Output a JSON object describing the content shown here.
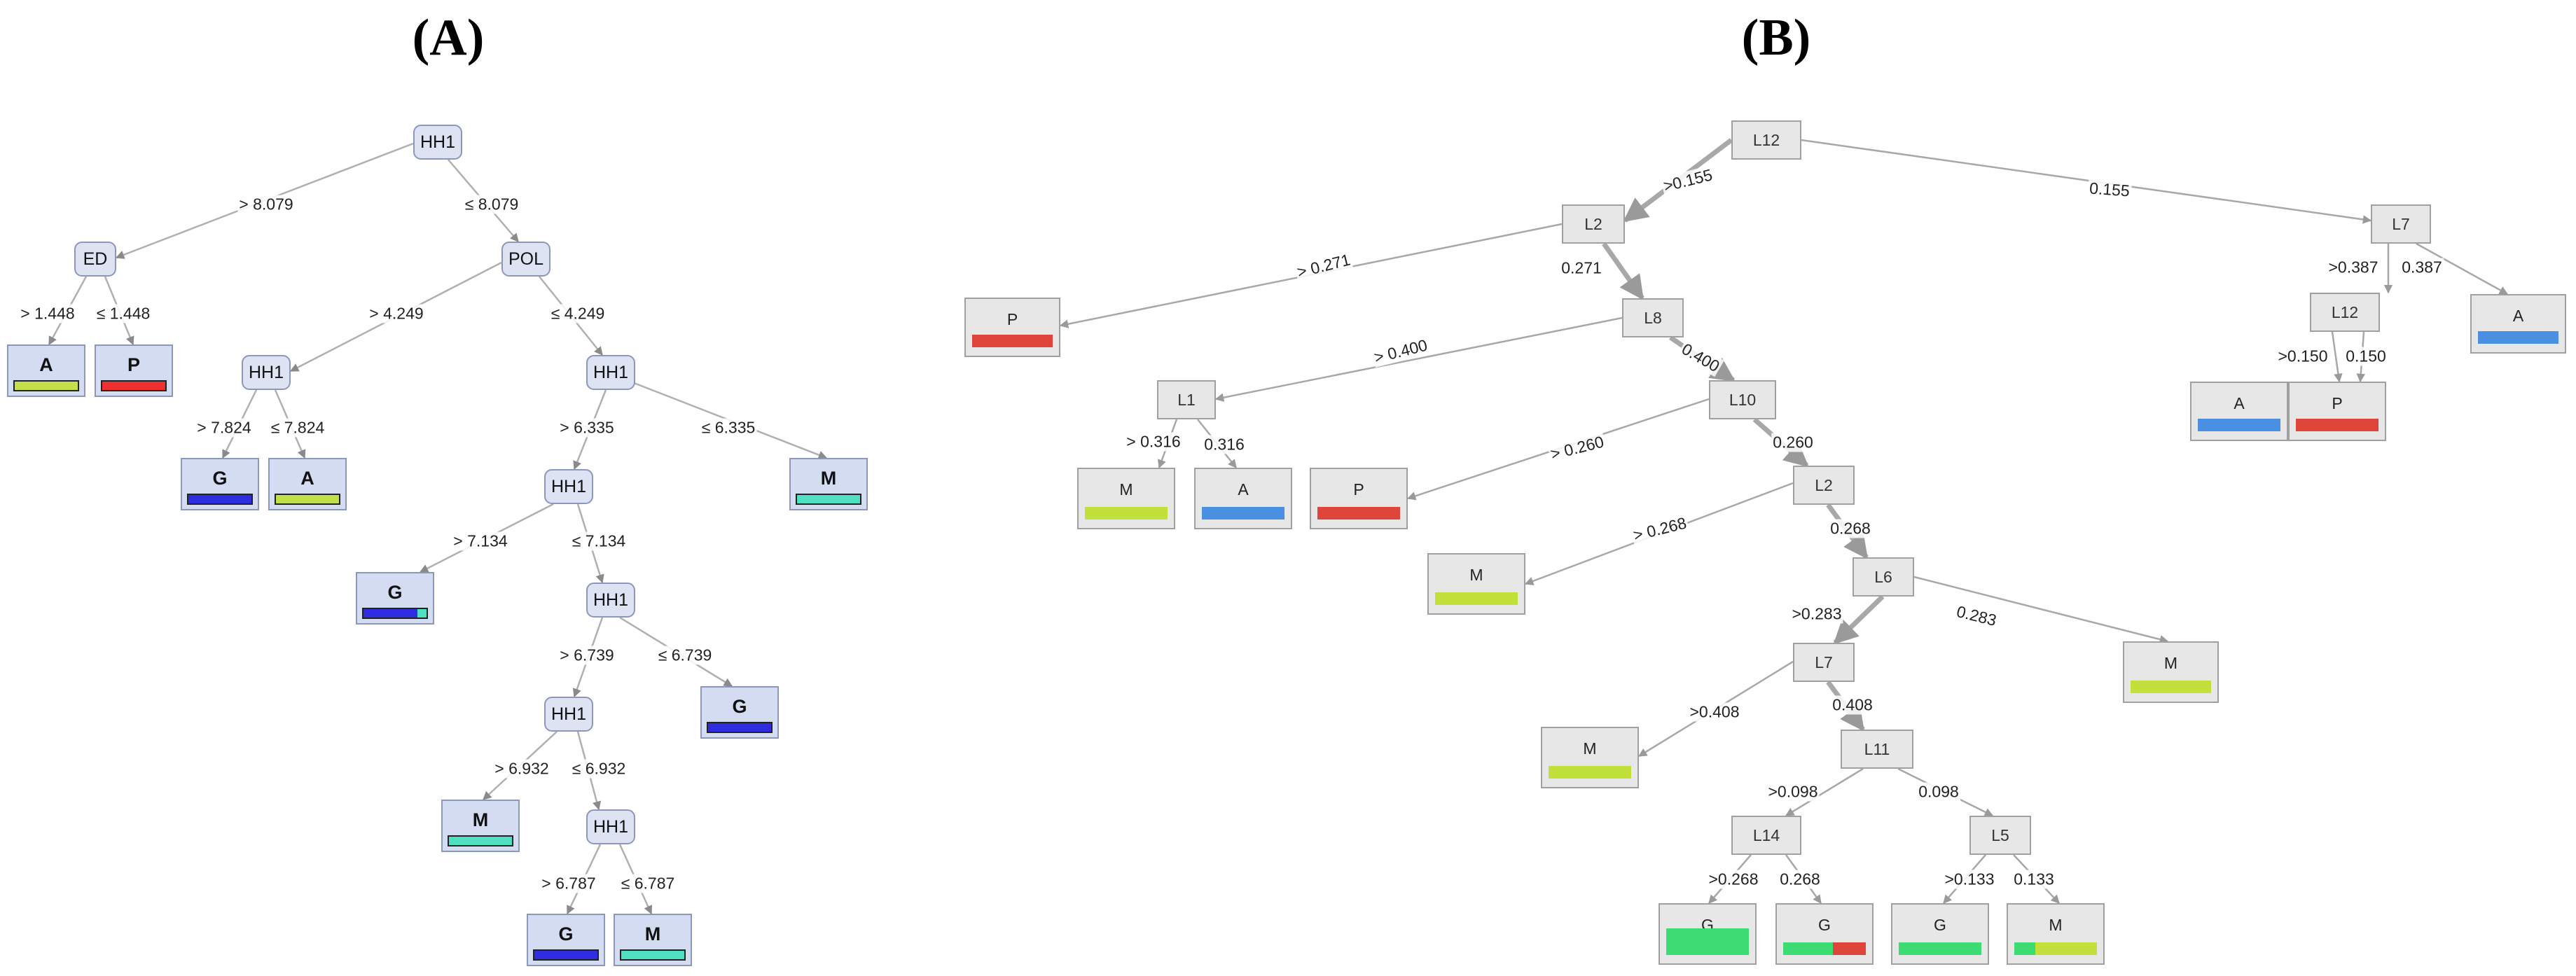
{
  "titles": {
    "a": "(A)",
    "b": "(B)"
  },
  "colors": {
    "A_class": "#c3e04a",
    "P_class": "#ef3030",
    "G_class": "#2e2ee0",
    "M_class": "#4ee0c0",
    "tree_b_A": "#4a90e2",
    "tree_b_P": "#e0453a",
    "tree_b_M": "#c2e03a",
    "tree_b_G": "#3ddc72"
  },
  "tree_a": {
    "nodes": {
      "n0": {
        "label": "HH1"
      },
      "n1": {
        "label": "ED"
      },
      "n2": {
        "label": "POL"
      },
      "n3": {
        "label": "HH1"
      },
      "n4": {
        "label": "HH1"
      },
      "n5": {
        "label": "HH1"
      },
      "n6": {
        "label": "HH1"
      },
      "n7": {
        "label": "HH1"
      },
      "n8": {
        "label": "HH1"
      }
    },
    "leaves": {
      "l1": {
        "label": "A",
        "bar": [
          {
            "color": "#c3e04a",
            "frac": 1
          }
        ]
      },
      "l2": {
        "label": "P",
        "bar": [
          {
            "color": "#ef3030",
            "frac": 1
          }
        ]
      },
      "l3": {
        "label": "G",
        "bar": [
          {
            "color": "#2e2ee0",
            "frac": 1
          }
        ]
      },
      "l4": {
        "label": "A",
        "bar": [
          {
            "color": "#c3e04a",
            "frac": 1
          }
        ]
      },
      "l5": {
        "label": "M",
        "bar": [
          {
            "color": "#4ee0c0",
            "frac": 1
          }
        ]
      },
      "l6": {
        "label": "G",
        "bar": [
          {
            "color": "#2e2ee0",
            "frac": 0.85
          },
          {
            "color": "#4ee0c0",
            "frac": 0.15
          }
        ]
      },
      "l7": {
        "label": "G",
        "bar": [
          {
            "color": "#2e2ee0",
            "frac": 1
          }
        ]
      },
      "l8": {
        "label": "M",
        "bar": [
          {
            "color": "#4ee0c0",
            "frac": 1
          }
        ]
      },
      "l9": {
        "label": "G",
        "bar": [
          {
            "color": "#2e2ee0",
            "frac": 1
          }
        ]
      },
      "l10": {
        "label": "M",
        "bar": [
          {
            "color": "#4ee0c0",
            "frac": 1
          }
        ]
      }
    },
    "edges": {
      "e1": "> 8.079",
      "e2": "≤ 8.079",
      "e3": "> 1.448",
      "e4": "≤ 1.448",
      "e5": "> 4.249",
      "e6": "≤ 4.249",
      "e7": "> 7.824",
      "e8": "≤ 7.824",
      "e9": "> 6.335",
      "e10": "≤ 6.335",
      "e11": "> 7.134",
      "e12": "≤ 7.134",
      "e13": "> 6.739",
      "e14": "≤ 6.739",
      "e15": "> 6.932",
      "e16": "≤ 6.932",
      "e17": "> 6.787",
      "e18": "≤ 6.787"
    }
  },
  "tree_b": {
    "nodes": {
      "n0": {
        "label": "L12"
      },
      "n1": {
        "label": "L2"
      },
      "n2": {
        "label": "L7"
      },
      "n3": {
        "label": "L8"
      },
      "n4": {
        "label": "L12"
      },
      "n5": {
        "label": "L1"
      },
      "n6": {
        "label": "L10"
      },
      "n7": {
        "label": "L2"
      },
      "n8": {
        "label": "L6"
      },
      "n9": {
        "label": "L7"
      },
      "n10": {
        "label": "L11"
      },
      "n11": {
        "label": "L14"
      },
      "n12": {
        "label": "L5"
      }
    },
    "leaves": {
      "l1": {
        "label": "P",
        "bar": [
          {
            "color": "#e0453a",
            "frac": 1
          }
        ]
      },
      "l2": {
        "label": "A",
        "bar": [
          {
            "color": "#4a90e2",
            "frac": 1
          }
        ]
      },
      "l3": {
        "label": "A",
        "bar": [
          {
            "color": "#4a90e2",
            "frac": 1
          }
        ]
      },
      "l4": {
        "label": "P",
        "bar": [
          {
            "color": "#e0453a",
            "frac": 1
          }
        ]
      },
      "l5": {
        "label": "M",
        "bar": [
          {
            "color": "#c2e03a",
            "frac": 1
          }
        ]
      },
      "l6": {
        "label": "A",
        "bar": [
          {
            "color": "#4a90e2",
            "frac": 1
          }
        ]
      },
      "l7": {
        "label": "P",
        "bar": [
          {
            "color": "#e0453a",
            "frac": 1
          }
        ]
      },
      "l8": {
        "label": "M",
        "bar": [
          {
            "color": "#c2e03a",
            "frac": 1
          }
        ]
      },
      "l9": {
        "label": "M",
        "bar": [
          {
            "color": "#c2e03a",
            "frac": 1
          }
        ]
      },
      "l10": {
        "label": "M",
        "bar": [
          {
            "color": "#c2e03a",
            "frac": 1
          }
        ]
      },
      "l11": {
        "label": "G",
        "bar": [
          {
            "color": "#3ddc72",
            "frac": 1
          }
        ]
      },
      "l12": {
        "label": "G",
        "bar": [
          {
            "color": "#3ddc72",
            "frac": 0.6
          },
          {
            "color": "#e0453a",
            "frac": 0.4
          }
        ]
      },
      "l13": {
        "label": "G",
        "bar": [
          {
            "color": "#3ddc72",
            "frac": 1
          }
        ]
      },
      "l14": {
        "label": "M",
        "bar": [
          {
            "color": "#3ddc72",
            "frac": 0.25
          },
          {
            "color": "#c2e03a",
            "frac": 0.75
          }
        ]
      }
    },
    "edges": {
      "e1": ">0.155",
      "e2": "0.155",
      "e3": "> 0.271",
      "e4": "0.271",
      "e5": ">0.387",
      "e6": "0.387",
      "e7": ">0.150",
      "e8": "0.150",
      "e9": "> 0.400",
      "e10": "0.400",
      "e11": "> 0.316",
      "e12": "0.316",
      "e13": "> 0.260",
      "e14": "0.260",
      "e15": "> 0.268",
      "e16": "0.268",
      "e17": ">0.283",
      "e18": "0.283",
      "e19": ">0.408",
      "e20": "0.408",
      "e21": ">0.098",
      "e22": "0.098",
      "e23": ">0.268",
      "e24": "0.268",
      "e25": ">0.133",
      "e26": "0.133"
    }
  }
}
